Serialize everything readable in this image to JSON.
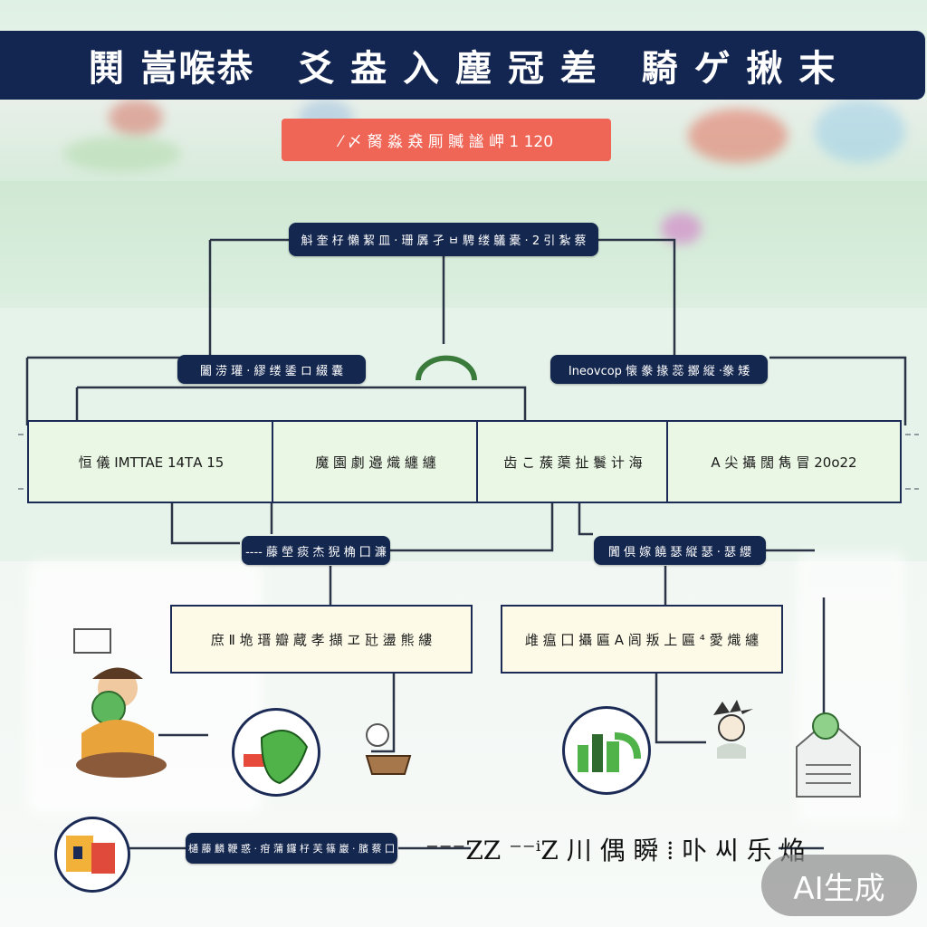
{
  "title": "鬨 嵩喉恭   爻 盎 入 塵 冠 差   騎 ゲ 揪 末",
  "subtitle": "⁄ 〆 胬 淼 猋 厠  贓 謐 岬  1 120",
  "level1": {
    "label": "斛 奎 杍 懶 絜 皿 · 珊 羼 孑 ㅂ 騁 缕 鸃 橐 · 2 引 紮 蔡"
  },
  "level2": [
    {
      "label": "闔 涝 瓘 · 繆 缕 鋈 ロ 綴 囊"
    },
    {
      "label": "Ineovcop 懐 豢 掾 蕊 擲 縦 ·豢 矮"
    }
  ],
  "row_boxes": [
    {
      "label": "恒 儀 IMTTAE 14ТА 15"
    },
    {
      "label": "魔 園 劇 邉 熾 纏 纏"
    },
    {
      "label": "齿 こ 蔟 蕖 扯 鬟 计 海"
    },
    {
      "label": "A 尖 攝 闊 雋 冒 20o22"
    }
  ],
  "level3": [
    {
      "label": "---- 藤 塋 痰 杰 猊 桷 囗 濂"
    },
    {
      "label": "闐 倶 嫁 饒 瑟 縦 瑟 · 瑟 纓"
    }
  ],
  "cream_boxes": [
    {
      "label": "庶 Ⅱ 垝 瑨 瓣 蔵 孝 擷 ヱ 瓧 盪 熊 縷"
    },
    {
      "label": "䧳 瘟 囗 攝 匾 A 闾 叛 上 匾 ⁴ 愛 熾 纏"
    }
  ],
  "footer_pill": {
    "label": "樋 藤 麟 鞭 惑 · 疳 蒲 鑼 杍 芙 篠 巖 · 臏 蔡 囗"
  },
  "footer_text": "⁻⁻⁻ZZ ⁻⁻ⁱZ 川 偶 瞬 ⁞ 卟  씨 乐 焔",
  "watermark": "AI生成",
  "colors": {
    "navy": "#132652",
    "accent": "#ef6657",
    "box_green": "#eaf7e4",
    "box_cream": "#fdfbe8"
  },
  "icons": [
    "family-dining-icon",
    "green-hand-icon",
    "cooking-pot-icon",
    "green-city-icon",
    "cartoon-person-icon",
    "building-icon",
    "food-badge-icon"
  ]
}
